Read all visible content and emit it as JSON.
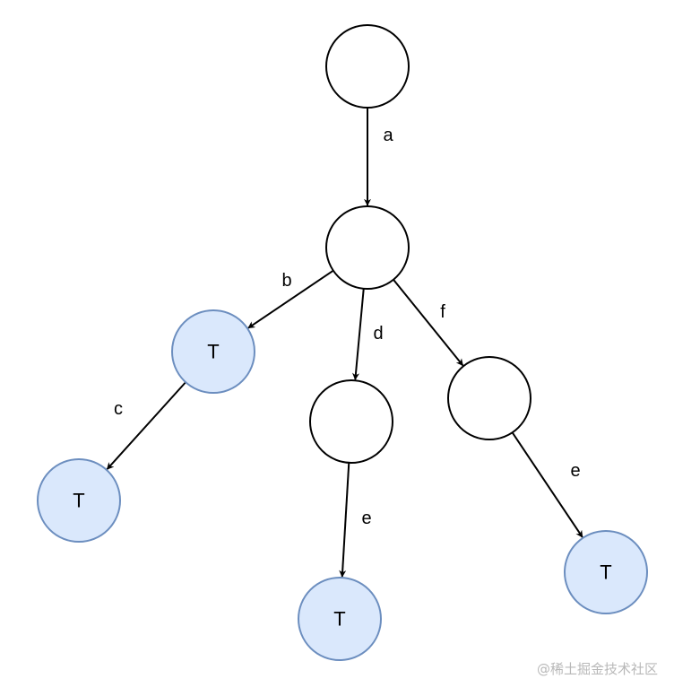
{
  "colors": {
    "plain_fill": "#ffffff",
    "plain_stroke": "#000000",
    "terminal_fill": "#dae8fc",
    "terminal_stroke": "#6c8ebf",
    "edge": "#000000",
    "watermark": "#b8b8b8"
  },
  "nodes": [
    {
      "id": "root",
      "label": "",
      "terminal": false
    },
    {
      "id": "n_a",
      "label": "",
      "terminal": false
    },
    {
      "id": "n_ab",
      "label": "T",
      "terminal": true
    },
    {
      "id": "n_abc",
      "label": "T",
      "terminal": true
    },
    {
      "id": "n_ad",
      "label": "",
      "terminal": false
    },
    {
      "id": "n_ade",
      "label": "T",
      "terminal": true
    },
    {
      "id": "n_af",
      "label": "",
      "terminal": false
    },
    {
      "id": "n_afe",
      "label": "T",
      "terminal": true
    }
  ],
  "edges": [
    {
      "from": "root",
      "to": "n_a",
      "label": "a"
    },
    {
      "from": "n_a",
      "to": "n_ab",
      "label": "b"
    },
    {
      "from": "n_a",
      "to": "n_ad",
      "label": "d"
    },
    {
      "from": "n_a",
      "to": "n_af",
      "label": "f"
    },
    {
      "from": "n_ab",
      "to": "n_abc",
      "label": "c"
    },
    {
      "from": "n_ad",
      "to": "n_ade",
      "label": "e"
    },
    {
      "from": "n_af",
      "to": "n_afe",
      "label": "e"
    }
  ],
  "watermark": {
    "text": "@稀土掘金技术社区"
  }
}
